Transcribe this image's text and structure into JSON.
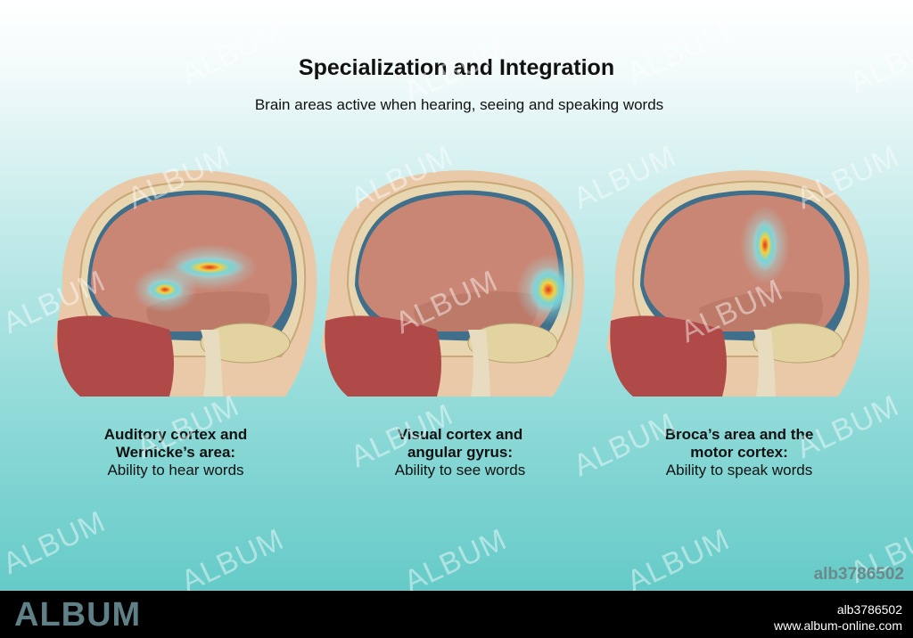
{
  "header": {
    "title": "Specialization and Integration",
    "subtitle": "Brain areas active when hearing, seeing and speaking words"
  },
  "panels": [
    {
      "heading_line1": "Auditory cortex and",
      "heading_line2": "Wernicke’s area:",
      "description": "Ability to hear words"
    },
    {
      "heading_line1": "Visual cortex and",
      "heading_line2": "angular gyrus:",
      "description": "Ability to see words"
    },
    {
      "heading_line1": "Broca’s area and the",
      "heading_line2": "motor cortex:",
      "description": "Ability to speak words"
    }
  ],
  "watermark": {
    "text": "ALBUM",
    "id": "alb3786502"
  },
  "footer": {
    "logo": "ALBUM",
    "image_id": "alb3786502",
    "url": "www.album-online.com"
  },
  "colors": {
    "brain": "#c98674",
    "skull": "#e8d6b0",
    "skin": "#e9c9a8",
    "nasal": "#b04a48",
    "bar": "#000000"
  }
}
